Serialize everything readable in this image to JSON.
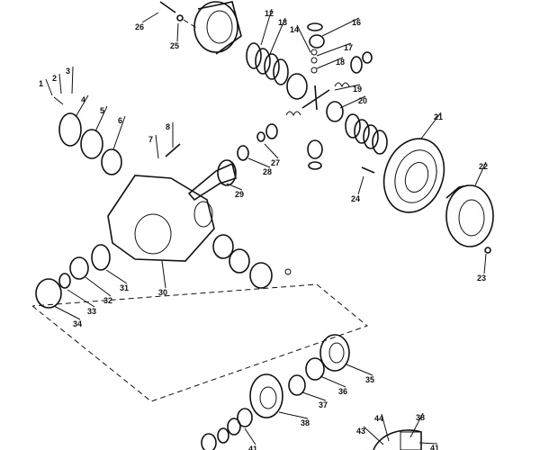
{
  "diagram": {
    "callouts": [
      "1",
      "2",
      "3",
      "4",
      "5",
      "6",
      "7",
      "8",
      "12",
      "13",
      "14",
      "16",
      "17",
      "18",
      "19",
      "20",
      "21",
      "22",
      "23",
      "24",
      "25",
      "26",
      "27",
      "28",
      "29",
      "30",
      "31",
      "32",
      "33",
      "34",
      "35",
      "36",
      "37",
      "38",
      "41",
      "43",
      "44",
      "38",
      "41"
    ]
  }
}
